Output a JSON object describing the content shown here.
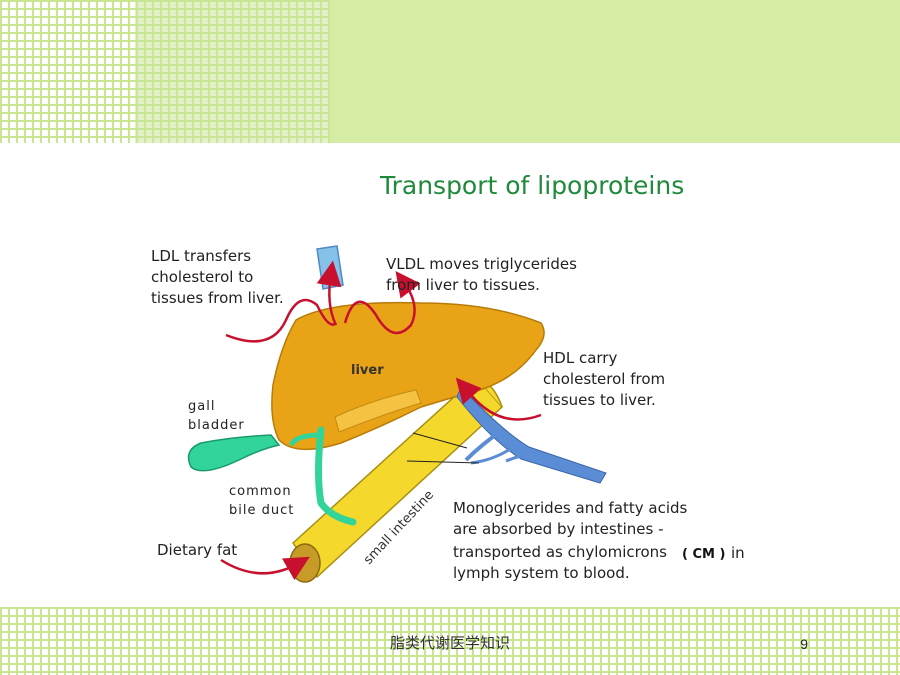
{
  "diagram": {
    "title": "Transport of lipoproteins",
    "colors": {
      "title": "#1f8a3a",
      "liver": "#e8a317",
      "intestine": "#f4d82b",
      "bile": "#33d49a",
      "blood": "#5b8cd6",
      "arrow": "#c8102e"
    },
    "labels": {
      "ldl": [
        "LDL transfers",
        "cholesterol to",
        "tissues from liver."
      ],
      "vldl": [
        "VLDL moves triglycerides",
        "from liver to tissues."
      ],
      "hdl": [
        "HDL carry",
        "cholesterol from",
        "tissues to liver."
      ],
      "liver": "liver",
      "gall_bladder": [
        "gall",
        "bladder"
      ],
      "common_bile_duct": [
        "common",
        "bile duct"
      ],
      "dietary_fat": "Dietary fat",
      "small_intestine": "small intestine",
      "absorption": [
        "Monoglycerides and fatty acids",
        "are absorbed by intestines -",
        "transported as chylomicrons",
        "lymph system to blood."
      ],
      "cm": "( CM )",
      "cm_suffix": "in"
    }
  },
  "footer": {
    "caption": "脂类代谢医学知识",
    "page_number": "9"
  }
}
